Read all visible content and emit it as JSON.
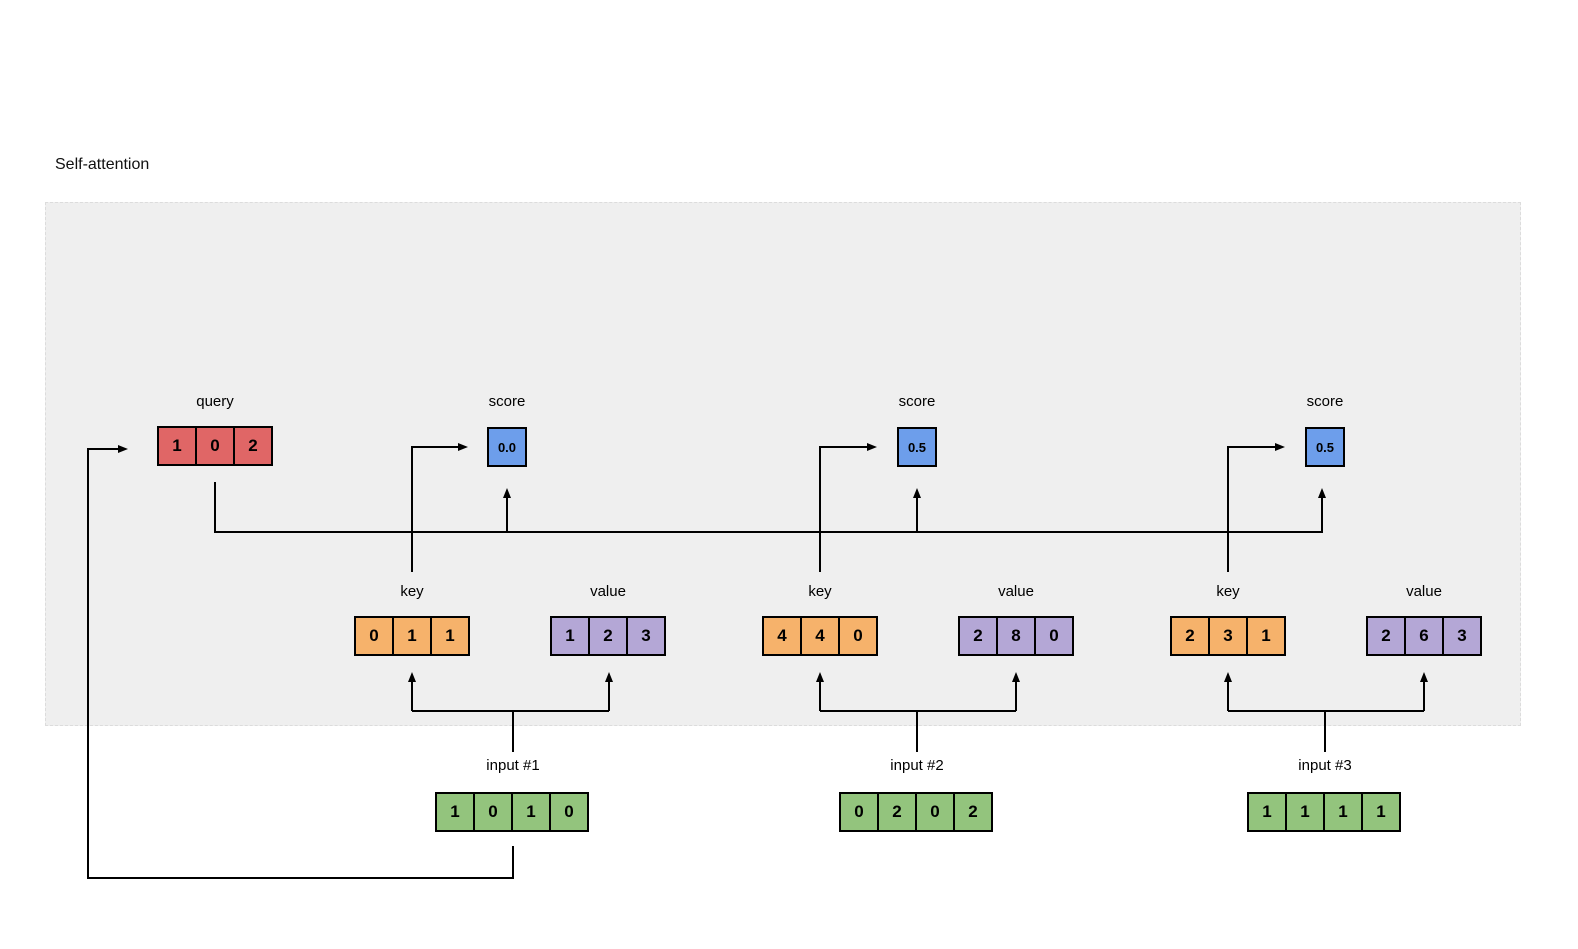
{
  "title": "Self-attention",
  "colors": {
    "query": "#e06666",
    "score": "#6d9eeb",
    "key": "#f6b26b",
    "value": "#b4a7d6",
    "input": "#93c47d",
    "panel_bg": "#efefef",
    "wire": "#000000"
  },
  "query": {
    "label": "query",
    "cells": [
      "1",
      "0",
      "2"
    ]
  },
  "groups": [
    {
      "score": {
        "label": "score",
        "value": "0.0"
      },
      "key": {
        "label": "key",
        "cells": [
          "0",
          "1",
          "1"
        ]
      },
      "value": {
        "label": "value",
        "cells": [
          "1",
          "2",
          "3"
        ]
      },
      "input": {
        "label": "input #1",
        "cells": [
          "1",
          "0",
          "1",
          "0"
        ]
      }
    },
    {
      "score": {
        "label": "score",
        "value": "0.5"
      },
      "key": {
        "label": "key",
        "cells": [
          "4",
          "4",
          "0"
        ]
      },
      "value": {
        "label": "value",
        "cells": [
          "2",
          "8",
          "0"
        ]
      },
      "input": {
        "label": "input #2",
        "cells": [
          "0",
          "2",
          "0",
          "2"
        ]
      }
    },
    {
      "score": {
        "label": "score",
        "value": "0.5"
      },
      "key": {
        "label": "key",
        "cells": [
          "2",
          "3",
          "1"
        ]
      },
      "value": {
        "label": "value",
        "cells": [
          "2",
          "6",
          "3"
        ]
      },
      "input": {
        "label": "input #3",
        "cells": [
          "1",
          "1",
          "1",
          "1"
        ]
      }
    }
  ]
}
